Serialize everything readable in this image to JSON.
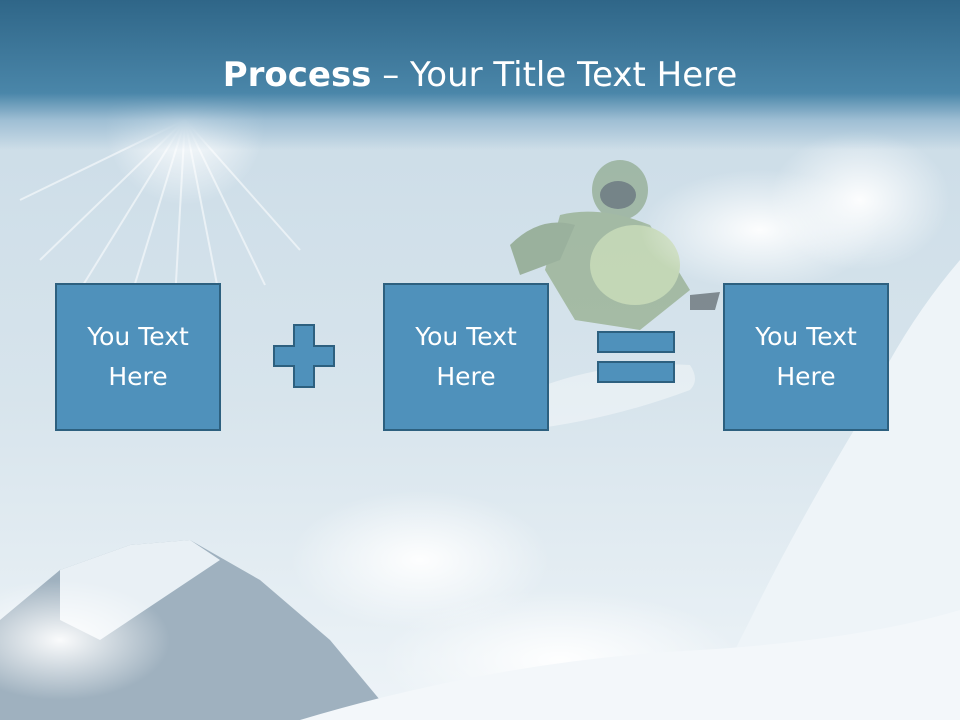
{
  "slide": {
    "title_bold": "Process",
    "title_rest": " – Your Title Text Here"
  },
  "boxes": [
    {
      "text": "You Text Here"
    },
    {
      "text": "You Text Here"
    },
    {
      "text": "You Text Here"
    }
  ],
  "operators": {
    "plus": "plus-icon",
    "equals": "equals-icon"
  },
  "colors": {
    "header": "#3b789d",
    "box_fill": "#4f91bb",
    "box_border": "#2d607f",
    "title_text": "#ffffff"
  }
}
